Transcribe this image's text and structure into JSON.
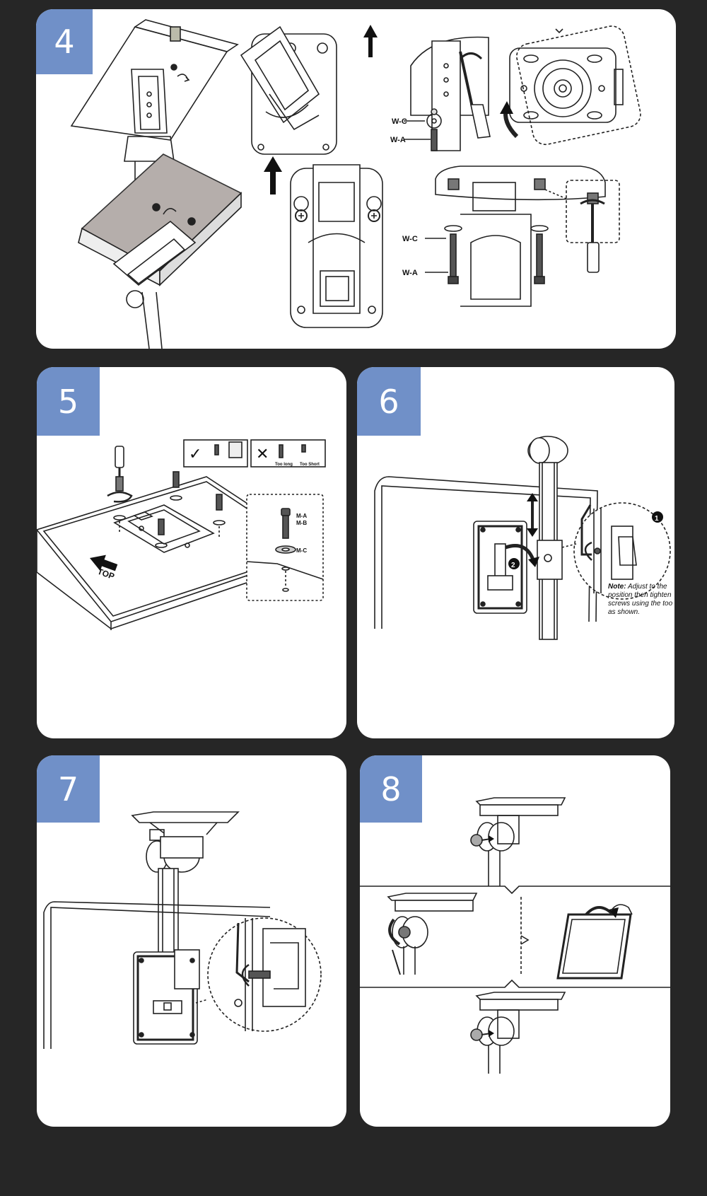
{
  "steps": [
    {
      "number": "4"
    },
    {
      "number": "5"
    },
    {
      "number": "6"
    },
    {
      "number": "7"
    },
    {
      "number": "8"
    }
  ],
  "step4": {
    "label_wc_top": "W-C",
    "label_wa_top": "W-A",
    "label_wc_bottom": "W-C",
    "label_wa_bottom": "W-A"
  },
  "step5": {
    "top_label": "TOP",
    "ma_label": "M-A",
    "mb_label": "M-B",
    "mc_label": "M-C",
    "too_long": "Too long",
    "too_short": "Too Short",
    "correct_mark": "✓",
    "wrong_mark": "✕"
  },
  "step6": {
    "callout_1": "1",
    "callout_2": "2",
    "note_bold": "Note:",
    "note_line1": " Adjust to the",
    "note_line2": "position then tighten",
    "note_line3": "screws using the too",
    "note_line4": "as shown."
  },
  "colors": {
    "background": "#262626",
    "panel": "#ffffff",
    "badge": "#7090c8",
    "line": "#222222"
  }
}
